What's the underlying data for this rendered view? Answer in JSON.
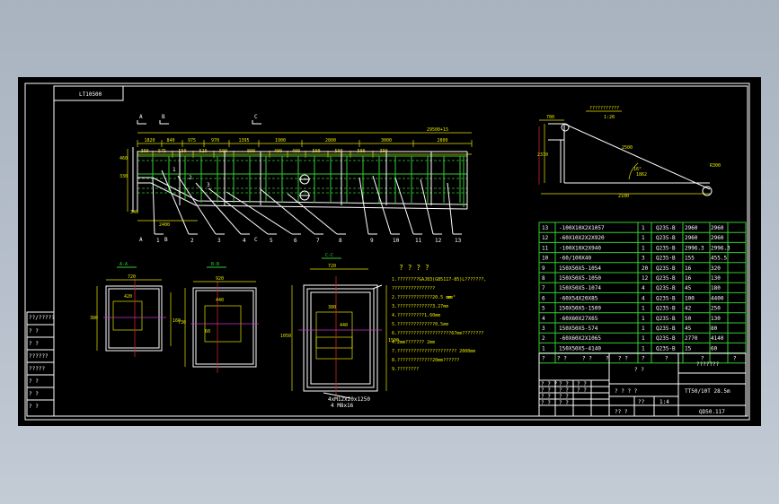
{
  "drawing": {
    "title_code": "LT10500",
    "section_a": "A",
    "section_b": "B",
    "section_c": "C",
    "total_length": "29500+15",
    "dims_top": [
      "1820",
      "840",
      "975",
      "970",
      "1395",
      "1900",
      "2800",
      "3000",
      "2800"
    ],
    "dims_second": [
      "300",
      "575",
      "550",
      "520",
      "500",
      "800",
      "400",
      "400",
      "500",
      "500",
      "500",
      "300"
    ],
    "left_dims": [
      "460",
      "330",
      "340"
    ],
    "bottom_dim": "2400",
    "callouts": [
      "1",
      "2",
      "3",
      "4",
      "5",
      "6",
      "7",
      "8",
      "9",
      "10",
      "11",
      "12",
      "13"
    ],
    "inline_labels": [
      "1",
      "2",
      "3"
    ],
    "view_labels": [
      "A-A",
      "B-B",
      "C-C"
    ],
    "view_dims": {
      "aa": [
        "720",
        "420",
        "380",
        "160"
      ],
      "bb": [
        "920",
        "440",
        "730",
        "60"
      ],
      "cc": [
        "720",
        "380",
        "440",
        "1050",
        "1500"
      ]
    },
    "cc_note": [
      "4xM12x20x1250",
      "4 M8x16"
    ],
    "notes_title": "? ? ? ?",
    "notes": [
      "1.????????GAJ83(GB5117-85)L???????,",
      "  ????????????????",
      "2.?????????????20.5  mm",
      "3.?????????????3.27mm",
      "4.??????????1.60mm",
      "5.??????????????0.5mm",
      "6.????????????????????67mm????????",
      "  4.2mm??????? 2mm",
      "7.?????????????????????? 2000mm",
      "8.?????????????20mm??????",
      "9.????????"
    ],
    "notes_extra": "mm²⁠",
    "side": {
      "label": "???????????",
      "scale": "1:20",
      "d1": "700",
      "d2": "2370",
      "d3": "2100",
      "d4": "2500",
      "d5": "1862",
      "angle": "16°",
      "rad": "R300"
    },
    "left_frame_labels": [
      "??/?????",
      "?  ?",
      "?  ?",
      "??????",
      "?????",
      "?  ?",
      "?  ?",
      "?  ?",
      "?  ?"
    ]
  },
  "bom": {
    "rows": [
      {
        "no": "13",
        "name": "-100X10X2X1057",
        "qty": "1",
        "mat": "Q235-B",
        "w1": "2960",
        "w2": "2960"
      },
      {
        "no": "12",
        "name": "-60X10X2X2X920",
        "qty": "1",
        "mat": "Q235-B",
        "w1": "2960",
        "w2": "2960"
      },
      {
        "no": "11",
        "name": "-100X10X2X940",
        "qty": "1",
        "mat": "Q235-B",
        "w1": "2996.3",
        "w2": "2996.3"
      },
      {
        "no": "10",
        "name": "-60/100X40",
        "qty": "3",
        "mat": "Q235-B",
        "w1": "155",
        "w2": "455.5"
      },
      {
        "no": "9",
        "name": "150X50X5-1054",
        "qty": "20",
        "mat": "Q235-B",
        "w1": "16",
        "w2": "320"
      },
      {
        "no": "8",
        "name": "150X50X5-1050",
        "qty": "12",
        "mat": "Q235-B",
        "w1": "16",
        "w2": "130"
      },
      {
        "no": "7",
        "name": "150X50X5-1074",
        "qty": "4",
        "mat": "Q235-B",
        "w1": "45",
        "w2": "180"
      },
      {
        "no": "6",
        "name": "-60X54X20X85",
        "qty": "4",
        "mat": "Q235-B",
        "w1": "100",
        "w2": "4400"
      },
      {
        "no": "5",
        "name": "150X50X5-1509",
        "qty": "1",
        "mat": "Q235-B",
        "w1": "42",
        "w2": "250"
      },
      {
        "no": "4",
        "name": "-60X60X27X65",
        "qty": "1",
        "mat": "Q235-B",
        "w1": "50",
        "w2": "130"
      },
      {
        "no": "3",
        "name": "150X50X5-574",
        "qty": "1",
        "mat": "Q235-B",
        "w1": "45",
        "w2": "80"
      },
      {
        "no": "2",
        "name": "-60X60X2X1065",
        "qty": "1",
        "mat": "Q235-B",
        "w1": "2770",
        "w2": "4140"
      },
      {
        "no": "1",
        "name": "150X50X5-4140",
        "qty": "1",
        "mat": "Q235-B",
        "w1": "15",
        "w2": "60"
      }
    ],
    "header": [
      "?",
      "?  ?",
      "?  ?",
      "?",
      "?  ?",
      "?",
      "?",
      "?",
      "?"
    ],
    "title_block": {
      "name": "? ?",
      "company": "???????",
      "model": "TT50/10T 28.5m",
      "drawing_no": "QD50.117",
      "scale_label": "? ? ? ?",
      "r1": [
        "? ? ?",
        "? ?",
        "? ?"
      ],
      "r2": [
        "? ?",
        "? ?",
        "? ?"
      ],
      "r3": [
        "? ?",
        "? ?"
      ],
      "r4": [
        "? ?",
        "? ?"
      ],
      "weight": "??",
      "scale": "1:4",
      "sheet": "?? ?"
    }
  }
}
